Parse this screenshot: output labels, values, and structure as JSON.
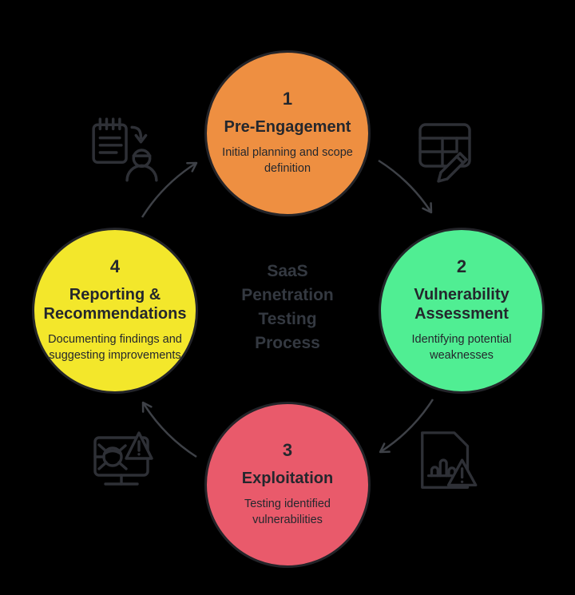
{
  "diagram": {
    "center_title_lines": [
      "SaaS",
      "Penetration",
      "Testing",
      "Process"
    ],
    "steps": [
      {
        "number": "1",
        "title": "Pre-Engagement",
        "description": "Initial planning and scope definition",
        "color": "#EE8F41",
        "position": "top"
      },
      {
        "number": "2",
        "title": "Vulnerability Assessment",
        "description": "Identifying potential weaknesses",
        "color": "#50EE93",
        "position": "right"
      },
      {
        "number": "3",
        "title": "Exploitation",
        "description": "Testing identified vulnerabilities",
        "color": "#E95A6B",
        "position": "bottom"
      },
      {
        "number": "4",
        "title": "Reporting & Recommendations",
        "description": "Documenting findings and suggesting improvements",
        "color": "#F3E72B",
        "position": "left"
      }
    ],
    "icons": [
      {
        "name": "notepad-user-icon",
        "between_steps": "4-1",
        "corner": "top-left"
      },
      {
        "name": "table-pencil-icon",
        "between_steps": "1-2",
        "corner": "top-right"
      },
      {
        "name": "report-warning-icon",
        "between_steps": "2-3",
        "corner": "bottom-right"
      },
      {
        "name": "bug-monitor-warning-icon",
        "between_steps": "3-4",
        "corner": "bottom-left"
      }
    ],
    "colors": {
      "background": "#000000",
      "step_text": "#24272D",
      "center_text": "#343941",
      "arrow": "#3E4147",
      "icon_stroke": "#2E3036",
      "circle_border": "#232429"
    }
  }
}
